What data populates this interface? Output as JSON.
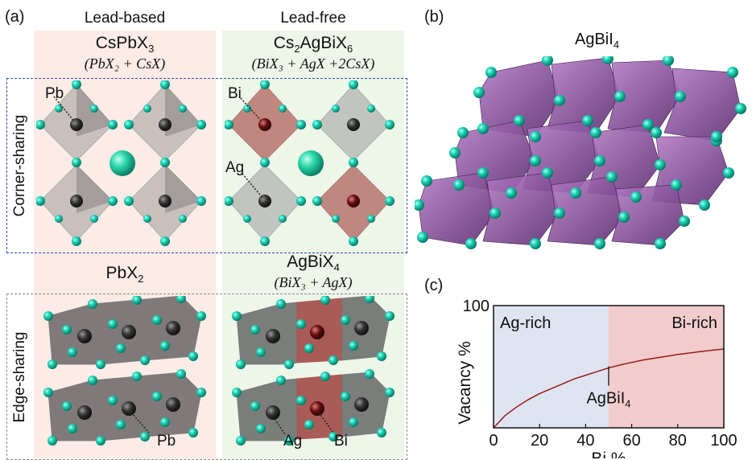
{
  "panel_a": {
    "label": "(a)",
    "lead_based": {
      "title": "Lead-based",
      "formula_top": "CsPbX",
      "formula_top_sub": "3",
      "recipe_top": "(PbX₂ + CsX)",
      "formula_bottom": "PbX",
      "formula_bottom_sub": "2"
    },
    "lead_free": {
      "title": "Lead-free",
      "formula_top_a": "Cs",
      "formula_top_a_sub": "2",
      "formula_top_b": "AgBiX",
      "formula_top_b_sub": "6",
      "recipe_top": "(BiX₃ + AgX +2CsX)",
      "formula_bottom": "AgBiX",
      "formula_bottom_sub": "4",
      "recipe_bottom": "(BiX₃ + AgX)"
    },
    "row_labels": {
      "top": "Corner-sharing",
      "bottom": "Edge-sharing"
    },
    "atom_labels": {
      "pb1": "Pb",
      "bi1": "Bi",
      "ag1": "Ag",
      "pb2": "Pb",
      "ag2": "Ag",
      "bi2": "Bi"
    }
  },
  "panel_b": {
    "label": "(b)",
    "title": "AgBiI",
    "title_sub": "4"
  },
  "panel_c": {
    "label": "(c)",
    "chart_data": {
      "type": "line",
      "xlabel": "Bi %",
      "ylabel": "Vacancy %",
      "xlim": [
        0,
        100
      ],
      "ylim": [
        0,
        100
      ],
      "xticks": [
        "0",
        "20",
        "40",
        "60",
        "80",
        "100"
      ],
      "yticks": [
        "100"
      ],
      "regions": [
        {
          "name": "Ag-rich",
          "from": 0,
          "to": 50,
          "color": "#dfe4f1"
        },
        {
          "name": "Bi-rich",
          "from": 50,
          "to": 100,
          "color": "#f2cccc"
        }
      ],
      "series": [
        {
          "color": "#9b1b1b",
          "x": [
            0,
            5,
            10,
            15,
            20,
            25,
            30,
            35,
            40,
            45,
            50,
            55,
            60,
            65,
            70,
            75,
            80,
            85,
            90,
            95,
            100
          ],
          "y": [
            0,
            10,
            17,
            23,
            28,
            32,
            36,
            40,
            43,
            46,
            49,
            51.5,
            53.5,
            55.5,
            57,
            58.5,
            60,
            61.2,
            62.4,
            63.5,
            64.5
          ]
        }
      ],
      "annotation": {
        "text": "AgBiI",
        "sub": "4",
        "x": 50
      }
    }
  }
}
